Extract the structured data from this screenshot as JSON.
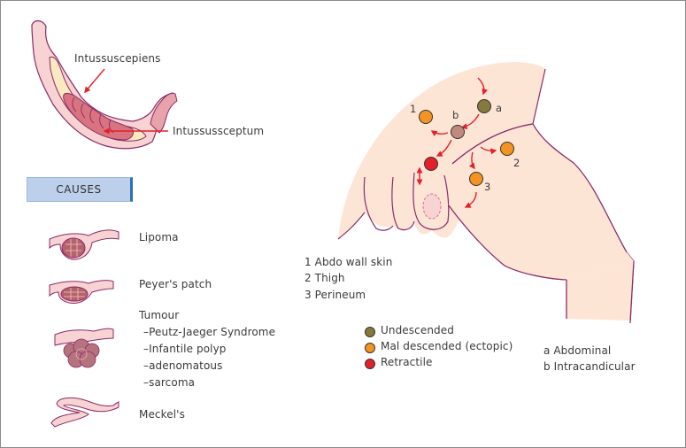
{
  "intussusception": {
    "label_outer": "Intussuscepiens",
    "label_inner": "Intussussceptum"
  },
  "causes": {
    "header": "CAUSES",
    "items": [
      {
        "label": "Lipoma",
        "icon": "lipoma-illustration"
      },
      {
        "label": "Peyer's patch",
        "icon": "peyers-patch-illustration"
      },
      {
        "label": "Tumour",
        "icon": "tumour-illustration",
        "subitems": [
          "–Peutz-Jaeger Syndrome",
          "–Infantile polyp",
          "–adenomatous",
          "–sarcoma"
        ]
      },
      {
        "label": "Meckel's",
        "icon": "meckels-illustration"
      }
    ]
  },
  "testis_diagram": {
    "markers": {
      "a": "a",
      "b": "b",
      "n1": "1",
      "n2": "2",
      "n3": "3"
    },
    "ectopic_sites": [
      "1  Abdo wall skin",
      "2 Thigh",
      "3 Perineum"
    ],
    "legend": [
      {
        "label": "Undescended",
        "color": "#857a3c"
      },
      {
        "label": "Mal descended (ectopic)",
        "color": "#f39321"
      },
      {
        "label": "Retractile",
        "color": "#e3202a"
      }
    ],
    "positions": [
      "a Abdominal",
      "b Intracandicular"
    ],
    "colors": {
      "skin": "#fde5d6",
      "outline": "#8a2a6a",
      "arrow": "#e3202a",
      "intracanalicular": "#c08a7e"
    }
  }
}
